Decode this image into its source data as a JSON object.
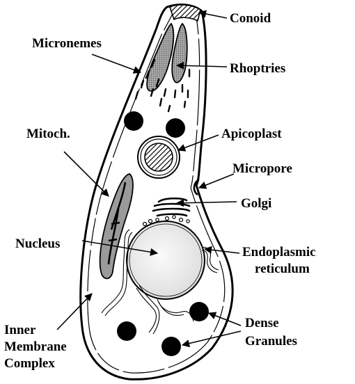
{
  "labels": {
    "conoid": "Conoid",
    "micronemes": "Micronemes",
    "rhoptries": "Rhoptries",
    "mitoch": "Mitoch.",
    "apicoplast": "Apicoplast",
    "micropore": "Micropore",
    "golgi": "Golgi",
    "nucleus": "Nucleus",
    "er_line1": "Endoplasmic",
    "er_line2": "reticulum",
    "imc_line1": "Inner",
    "imc_line2": "Membrane",
    "imc_line3": "Complex",
    "dense_line1": "Dense",
    "dense_line2": "Granules"
  },
  "colors": {
    "ink": "#000000",
    "organelle_gray": "#9a9a9a",
    "nucleus_fill": "#eeeeee",
    "background": "#ffffff"
  }
}
